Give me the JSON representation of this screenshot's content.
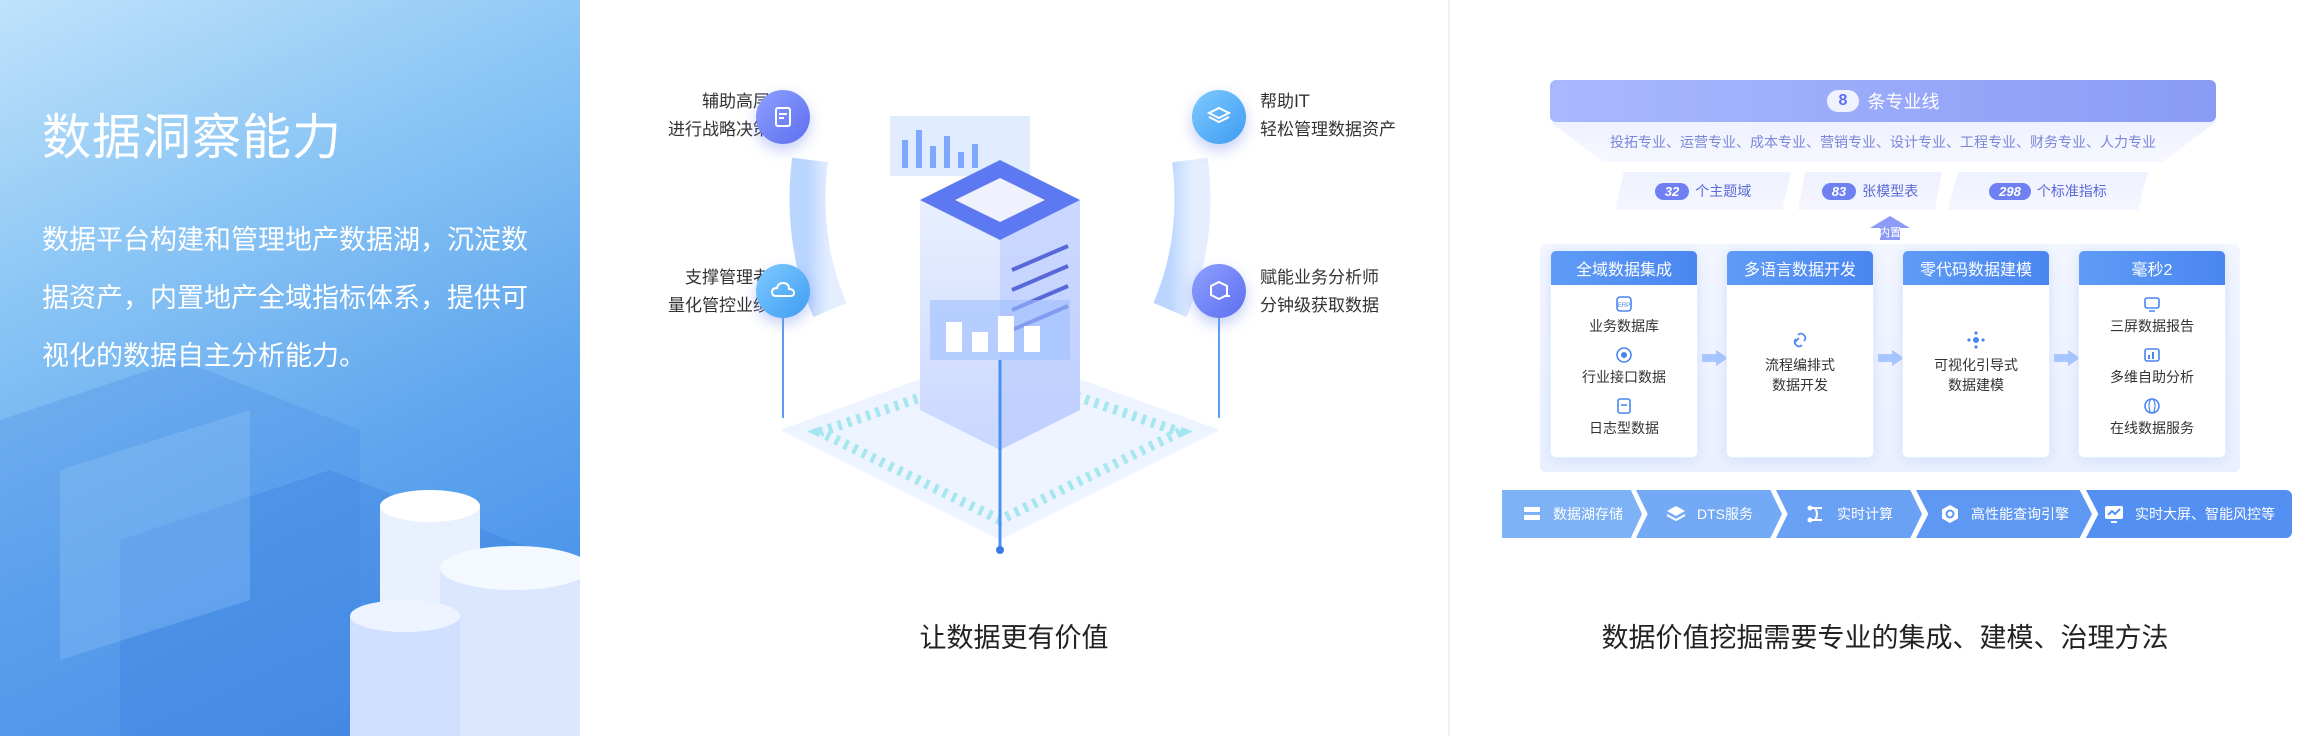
{
  "hero": {
    "title": "数据洞察能力",
    "description": "数据平台构建和管理地产数据湖，沉淀数据资产，内置地产全域指标体系，提供可视化的数据自主分析能力。"
  },
  "middle": {
    "callouts": [
      {
        "line1": "辅助高层",
        "line2": "进行战略决策",
        "icon": "document-chart-icon"
      },
      {
        "line1": "支撑管理者",
        "line2": "量化管控业绩",
        "icon": "cloud-network-icon"
      },
      {
        "line1": "帮助IT",
        "line2": "轻松管理数据资产",
        "icon": "layers-icon"
      },
      {
        "line1": "赋能业务分析师",
        "line2": "分钟级获取数据",
        "icon": "cube-plus-icon"
      }
    ],
    "caption": "让数据更有价值"
  },
  "right": {
    "banner": {
      "number": "8",
      "label": "条专业线"
    },
    "specialties": "投拓专业、运营专业、成本专业、营销专业、设计专业、工程专业、财务专业、人力专业",
    "metrics": [
      {
        "number": "32",
        "label": "个主题域"
      },
      {
        "number": "83",
        "label": "张模型表"
      },
      {
        "number": "298",
        "label": "个标准指标"
      }
    ],
    "inflow_label": "内置",
    "cards": [
      {
        "title": "全域数据集成",
        "items": [
          "业务数据库",
          "行业接口数据",
          "日志型数据"
        ]
      },
      {
        "title": "多语言数据开发",
        "items": [
          "流程编排式",
          "数据开发"
        ]
      },
      {
        "title": "零代码数据建模",
        "items": [
          "可视化引导式",
          "数据建模"
        ]
      },
      {
        "title": "毫秒2",
        "items": [
          "三屏数据报告",
          "多维自助分析",
          "在线数据服务"
        ]
      }
    ],
    "band": [
      {
        "label": "数据湖存储",
        "icon": "storage-icon"
      },
      {
        "label": "DTS服务",
        "icon": "stack-icon"
      },
      {
        "label": "实时计算",
        "icon": "flow-icon"
      },
      {
        "label": "高性能查询引擎",
        "icon": "search-icon"
      },
      {
        "label": "实时大屏、智能风控等",
        "icon": "monitor-icon"
      }
    ],
    "caption": "数据价值挖掘需要专业的集成、建模、治理方法"
  }
}
